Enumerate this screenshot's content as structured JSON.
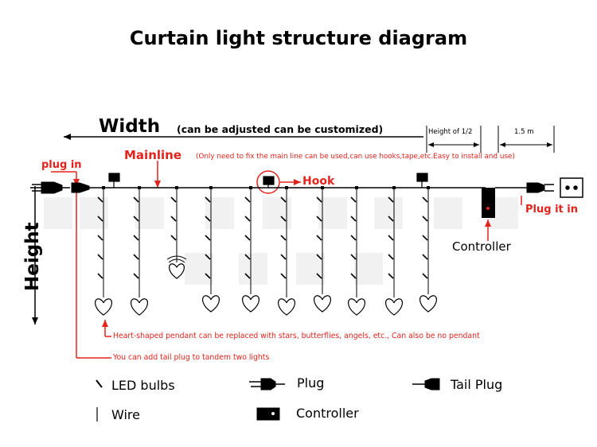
{
  "title": "Curtain light structure diagram",
  "width_label": "Width",
  "width_note": "(can be adjusted can be customized)",
  "height_label": "Height",
  "height_half_label": "Height of 1/2",
  "length_label": "1.5 m",
  "mainline_label": "Mainline",
  "mainline_note": "(Only need to fix the main line can be used,can use hooks,tape,etc.Easy to install and use)",
  "plug_in_label": "plug in",
  "hook_label": "Hook",
  "plug_it_in_label": "Plug it in",
  "controller_label": "Controller",
  "pendant_note": "Heart-shaped pendant can be replaced with stars, butterflies, angels, etc., Can also be no pendant",
  "tail_note": "You can add tail plug to tandem two lights",
  "legend": {
    "led": "LED bulbs",
    "plug": "Plug",
    "tail_plug": "Tail Plug",
    "wire": "Wire",
    "controller": "Controller"
  },
  "colors": {
    "annotation": "#e3231c",
    "line": "#000000"
  }
}
